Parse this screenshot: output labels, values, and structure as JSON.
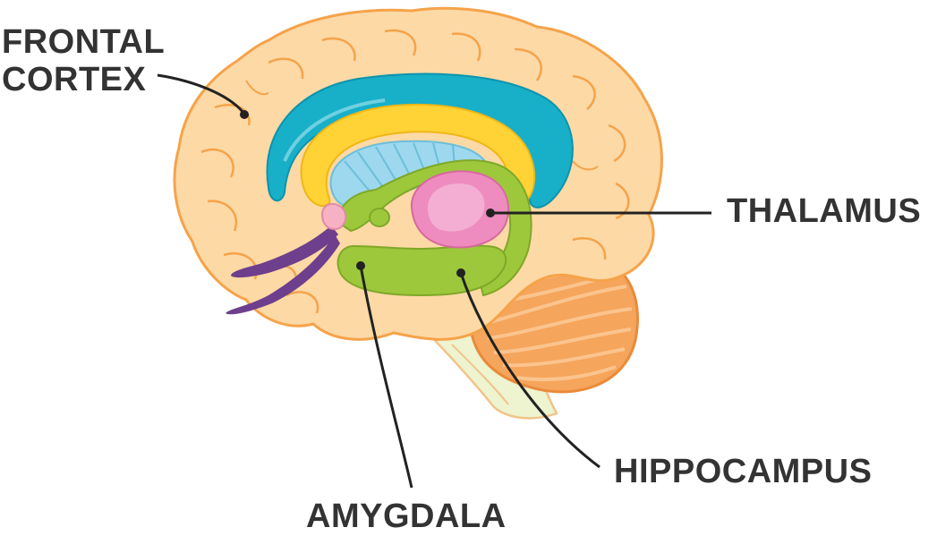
{
  "labels": {
    "frontal_cortex": {
      "line1": "FRONTAL",
      "line2": "CORTEX"
    },
    "thalamus": "THALAMUS",
    "hippocampus": "HIPPOCAMPUS",
    "amygdala": "AMYGDALA"
  },
  "colors": {
    "cortex_fill": "#FDD9A6",
    "cortex_outline": "#F5A34A",
    "ventricle_blue": "#18AFC9",
    "corpus_yellow": "#FFD335",
    "septum_light_blue": "#9DD8EE",
    "limbic_green": "#9DC83C",
    "thalamus_pink": "#EE8CBF",
    "cerebellum_orange": "#F5A55C",
    "brainstem_pale": "#EEF3D0",
    "olfactory_purple": "#6E3F8C",
    "pituitary_pink": "#F6B2C4",
    "label_text": "#333333"
  }
}
